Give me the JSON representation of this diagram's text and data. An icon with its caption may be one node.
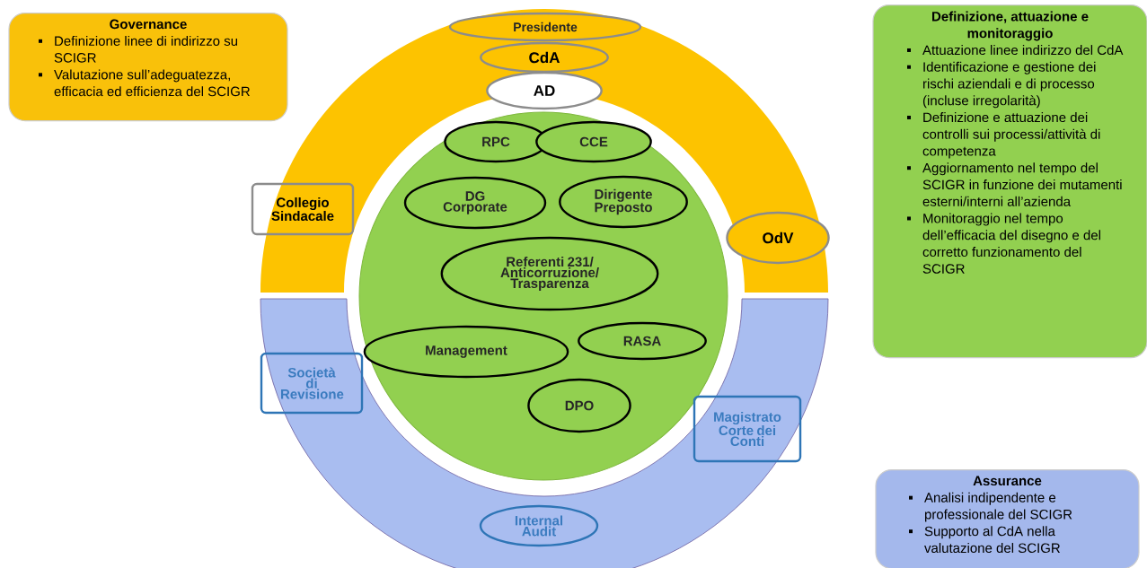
{
  "diagram": {
    "nodes": [
      {
        "text": [
          "Governance",
          "Definizione  linee di indirizzo su SCIGR",
          "Valutazione sull’adeguatezza, efficacia ed efficienza del SCIGR"
        ]
      },
      {
        "text": [
          "Definizione, attuazione e monitoraggio",
          "Attuazione linee indirizzo del CdA",
          "Identificazione e gestione dei rischi aziendali e di processo (incluse irregolarità)",
          "Definizione e attuazione dei controlli sui processi/attività di competenza",
          "Aggiornamento nel tempo del SCIGR in funzione dei mutamenti esterni/interni all’azienda",
          "Monitoraggio nel tempo dell’efficacia del disegno e del corretto funzionamento del SCIGR"
        ]
      },
      {
        "text": [
          "Presidente"
        ]
      },
      {
        "text": [
          "CdA"
        ]
      },
      {
        "text": [
          "AD"
        ]
      },
      {
        "text": [],
        "shape": "circle"
      },
      {
        "text": [
          "RPC"
        ],
        "in": 5
      },
      {
        "text": [
          "CCE"
        ],
        "in": 5
      },
      {
        "text": [
          "DG Corporate"
        ],
        "in": 5
      },
      {
        "text": [
          "Dirigente Preposto"
        ],
        "in": 5
      },
      {
        "text": [
          "Collegio Sindacale"
        ]
      },
      {
        "text": [
          "OdV"
        ]
      },
      {
        "text": [
          "Referenti 231/ Anticorruzione/ Trasparenza"
        ],
        "in": 5
      },
      {
        "text": [
          "Management"
        ],
        "in": 5
      },
      {
        "text": [
          "RASA"
        ],
        "in": 5
      },
      {
        "text": [
          "Società di Revisione"
        ]
      },
      {
        "text": [
          "DPO"
        ],
        "in": 5
      },
      {
        "text": [
          "Magistrato Corte dei Conti"
        ]
      },
      {
        "text": [
          "Internal Audit"
        ]
      },
      {
        "text": [
          "Assurance",
          "Analisi indipendente e professionale del SCIGR",
          "Supporto al CdA nella valutazione del SCIGR"
        ]
      }
    ]
  }
}
